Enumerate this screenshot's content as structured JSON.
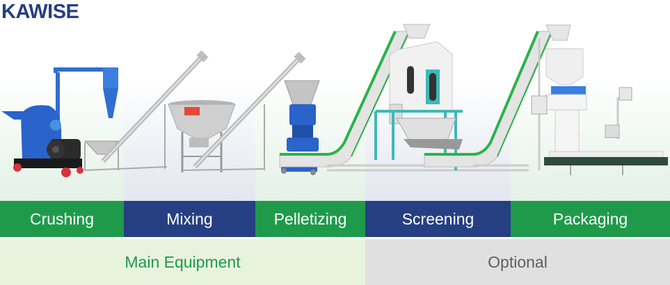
{
  "brand": {
    "logo_text": "KAWISE",
    "primary_color": "#253f82",
    "accent_color": "#1f9a4b"
  },
  "stages": [
    {
      "label": "Crushing",
      "color": "#1f9a4b",
      "machine": "hammer-mill-crusher"
    },
    {
      "label": "Mixing",
      "color": "#253f82",
      "machine": "vertical-mixer-with-screw-conveyor"
    },
    {
      "label": "Pelletizing",
      "color": "#1f9a4b",
      "machine": "flat-die-pellet-mill"
    },
    {
      "label": "Screening",
      "color": "#253f82",
      "machine": "counterflow-cooler-screener"
    },
    {
      "label": "Packaging",
      "color": "#1f9a4b",
      "machine": "bagging-machine"
    }
  ],
  "groups": {
    "main": {
      "label": "Main Equipment",
      "bg": "#e8f3de",
      "text_color": "#1f9a4b"
    },
    "optional": {
      "label": "Optional",
      "bg": "#e0e0e0",
      "text_color": "#5f5f5f"
    }
  }
}
